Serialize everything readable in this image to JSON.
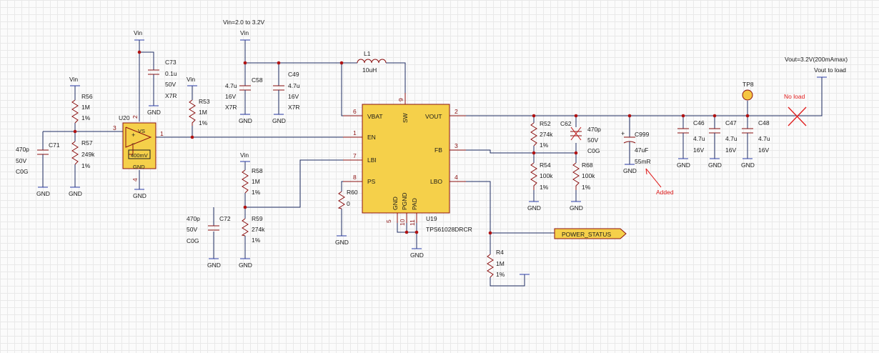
{
  "supply": {
    "vin_range": "Vin=2.0 to 3.2V",
    "vin": "Vin",
    "gnd": "GND"
  },
  "output": {
    "vout_spec": "Vout=3.2V(200mAmax)",
    "vout_to_load": "Vout to load",
    "no_load": "No load",
    "added": "Added"
  },
  "regulator": {
    "ref": "U19",
    "part": "TPS61028DRCR",
    "pins": {
      "VBAT": "VBAT",
      "SW": "SW",
      "VOUT": "VOUT",
      "EN": "EN",
      "FB": "FB",
      "LBI": "LBI",
      "PS": "PS",
      "LBO": "LBO",
      "GND": "GND",
      "PGND": "PGND",
      "PAD": "PAD"
    },
    "pin_numbers": {
      "vbat": "6",
      "sw": "9",
      "vout": "2",
      "en": "1",
      "fb": "3",
      "lbi": "7",
      "ps": "8",
      "lbo": "4",
      "gnd": "5",
      "pgnd": "10",
      "pad": "11"
    }
  },
  "comparator": {
    "ref": "U20",
    "vs": "VS",
    "gnd": "GND",
    "ref_v": "400mV",
    "pin_in": "3",
    "pin_out": "1",
    "pin_vs": "2",
    "pin_gnd": "4"
  },
  "inductor": {
    "ref": "L1",
    "value": "10uH"
  },
  "test_point": {
    "ref": "TP8"
  },
  "net_label": {
    "power_status": "POWER_STATUS"
  },
  "components": {
    "C73": {
      "ref": "C73",
      "v1": "0.1u",
      "v2": "50V",
      "v3": "X7R"
    },
    "R56": {
      "ref": "R56",
      "v1": "1M",
      "v2": "1%"
    },
    "R57": {
      "ref": "R57",
      "v1": "249k",
      "v2": "1%"
    },
    "C71": {
      "ref": "C71",
      "v1": "470p",
      "v2": "50V",
      "v3": "C0G"
    },
    "R53": {
      "ref": "R53",
      "v1": "1M",
      "v2": "1%"
    },
    "C58": {
      "ref": "C58",
      "v1": "4.7u",
      "v2": "16V",
      "v3": "X7R"
    },
    "C49": {
      "ref": "C49",
      "v1": "4.7u",
      "v2": "16V",
      "v3": "X7R"
    },
    "R58": {
      "ref": "R58",
      "v1": "1M",
      "v2": "1%"
    },
    "R59": {
      "ref": "R59",
      "v1": "274k",
      "v2": "1%"
    },
    "C72": {
      "ref": "C72",
      "v1": "470p",
      "v2": "50V",
      "v3": "C0G"
    },
    "R60": {
      "ref": "R60",
      "v1": "0"
    },
    "R52": {
      "ref": "R52",
      "v1": "274k",
      "v2": "1%"
    },
    "R54": {
      "ref": "R54",
      "v1": "100k",
      "v2": "1%"
    },
    "C62": {
      "ref": "C62",
      "v1": "470p",
      "v2": "50V",
      "v3": "C0G"
    },
    "R68": {
      "ref": "R68",
      "v1": "100k",
      "v2": "1%"
    },
    "C999": {
      "ref": "C999",
      "v1": "47uF",
      "v2": "55mR"
    },
    "C46": {
      "ref": "C46",
      "v1": "4.7u",
      "v2": "16V"
    },
    "C47": {
      "ref": "C47",
      "v1": "4.7u",
      "v2": "16V"
    },
    "C48": {
      "ref": "C48",
      "v1": "4.7u",
      "v2": "16V"
    },
    "R4": {
      "ref": "R4",
      "v1": "1M",
      "v2": "1%"
    }
  }
}
